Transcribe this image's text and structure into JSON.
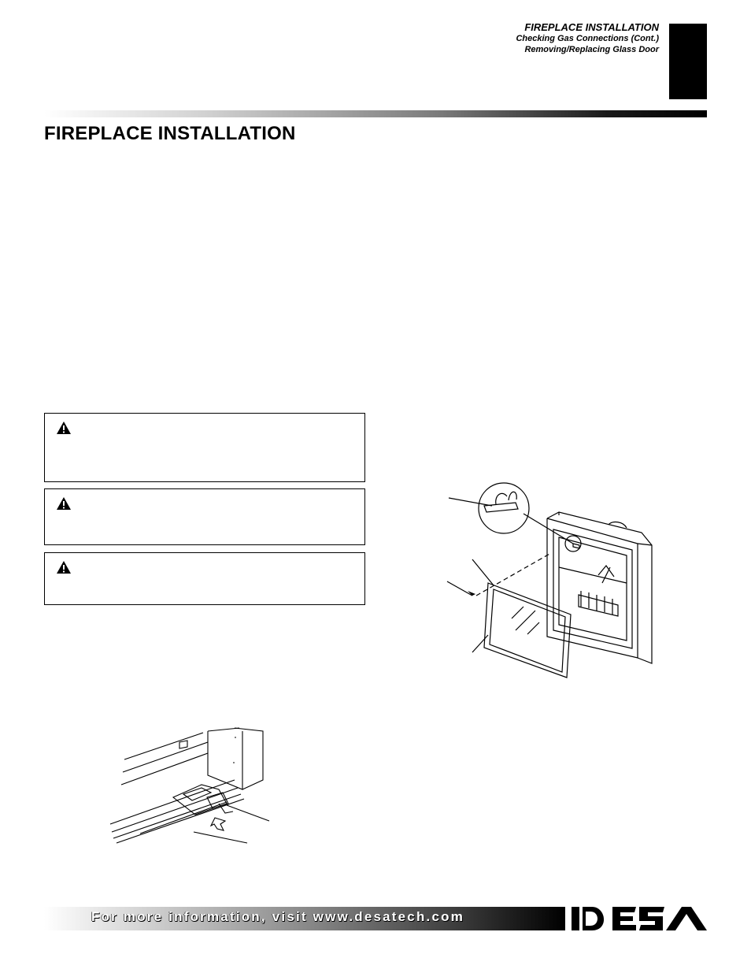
{
  "header": {
    "section": "FIREPLACE INSTALLATION",
    "sub1": "Checking Gas Connections (Cont.)",
    "sub2": "Removing/Replacing Glass Door"
  },
  "page_title": "FIREPLACE INSTALLATION",
  "icons": {
    "warning": "warning-triangle-icon",
    "logo": "desa-logo"
  },
  "footer": {
    "text": "For more information, visit www.desatech.com",
    "logo_text": "DESA"
  }
}
